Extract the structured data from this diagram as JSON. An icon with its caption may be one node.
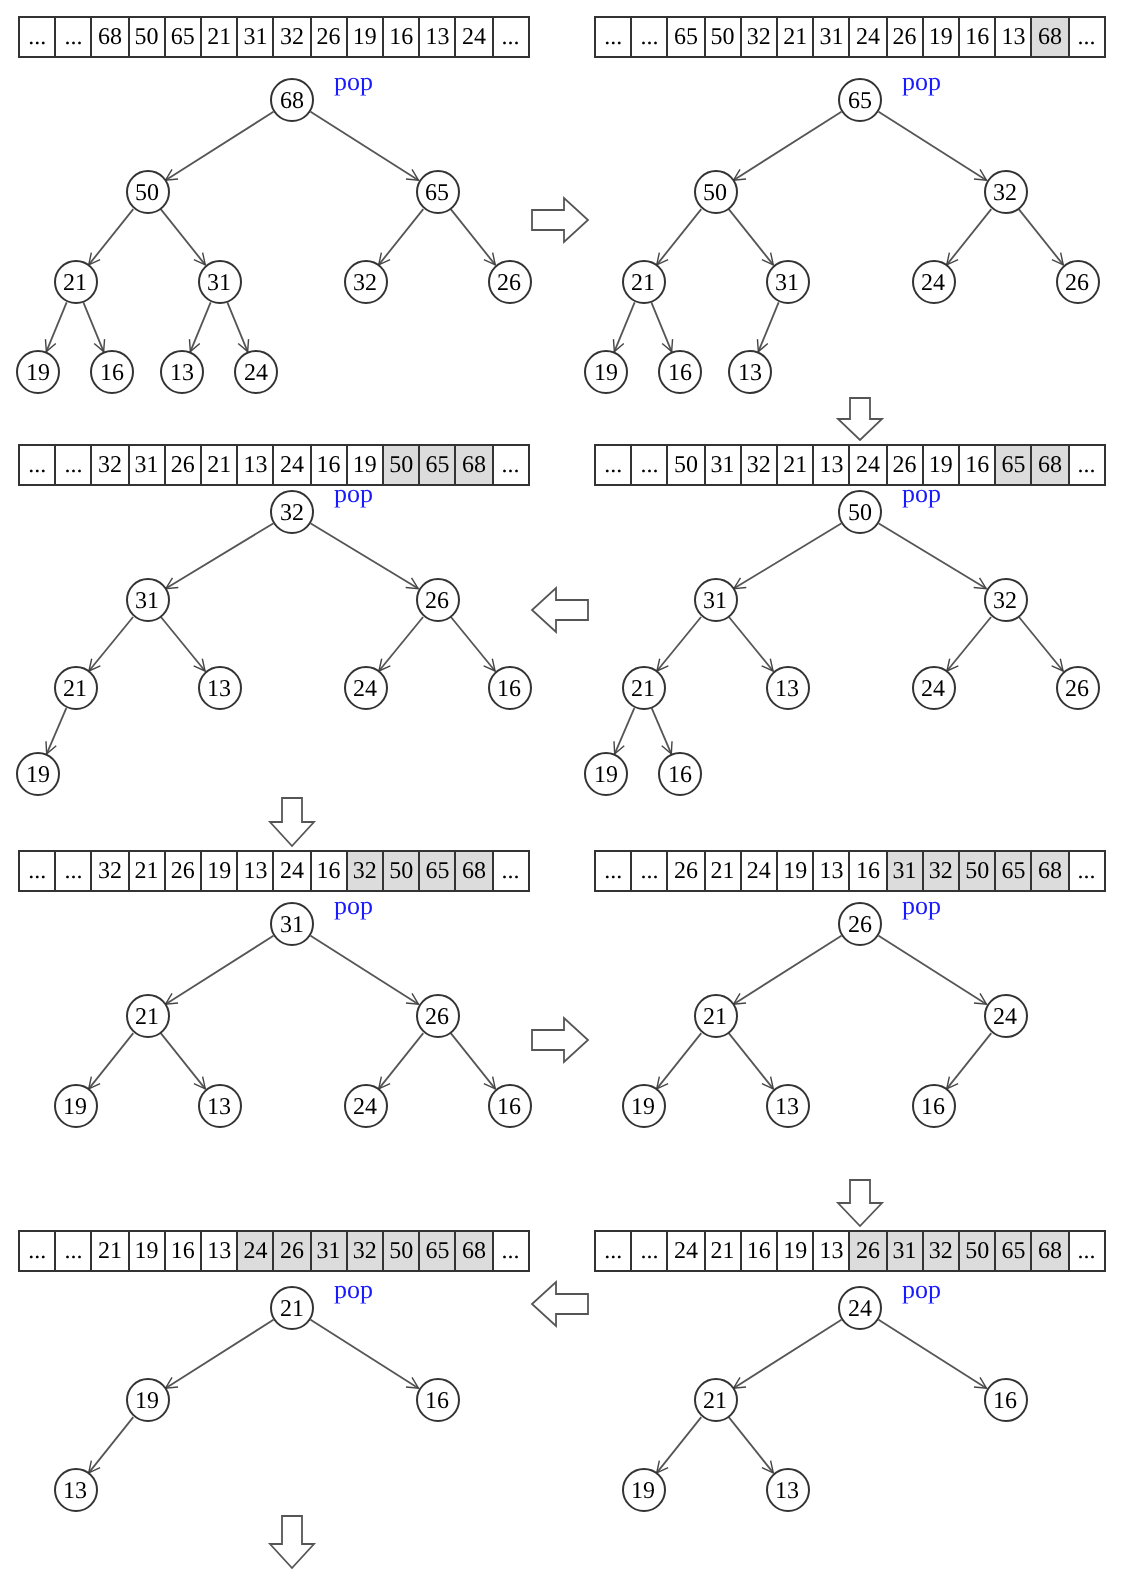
{
  "diagram": {
    "nodes": [
      {
        "text": [],
        "shape": "picture"
      },
      {
        "text": [
          "68"
        ],
        "beside": [
          "pop"
        ],
        "in": 0
      },
      {
        "text": [
          "50"
        ],
        "in": 0
      },
      {
        "text": [
          "65"
        ],
        "in": 0
      },
      {
        "text": [
          "21"
        ],
        "in": 0
      },
      {
        "text": [
          "31"
        ],
        "in": 0
      },
      {
        "text": [
          "32"
        ],
        "in": 0
      },
      {
        "text": [
          "26"
        ],
        "in": 0
      },
      {
        "text": [
          "19"
        ],
        "in": 0
      },
      {
        "text": [
          "16"
        ],
        "in": 0
      },
      {
        "text": [
          "13"
        ],
        "in": 0
      },
      {
        "text": [
          "24"
        ],
        "in": 0
      },
      {
        "text": [],
        "shape": "picture"
      },
      {
        "text": [
          "65"
        ],
        "beside": [
          "pop"
        ],
        "in": 12
      },
      {
        "text": [
          "50"
        ],
        "in": 12
      },
      {
        "text": [
          "32"
        ],
        "in": 12
      },
      {
        "text": [
          "21"
        ],
        "in": 12
      },
      {
        "text": [
          "31"
        ],
        "in": 12
      },
      {
        "text": [
          "24"
        ],
        "in": 12
      },
      {
        "text": [
          "26"
        ],
        "in": 12
      },
      {
        "text": [
          "19"
        ],
        "in": 12
      },
      {
        "text": [
          "16"
        ],
        "in": 12
      },
      {
        "text": [
          "13"
        ],
        "in": 12
      },
      {
        "text": [],
        "shape": "picture"
      },
      {
        "text": [
          "32"
        ],
        "beside": [
          "pop"
        ],
        "in": 23
      },
      {
        "text": [
          "31"
        ],
        "in": 23
      },
      {
        "text": [
          "26"
        ],
        "in": 23
      },
      {
        "text": [
          "21"
        ],
        "in": 23
      },
      {
        "text": [
          "13"
        ],
        "in": 23
      },
      {
        "text": [
          "24"
        ],
        "in": 23
      },
      {
        "text": [
          "16"
        ],
        "in": 23
      },
      {
        "text": [
          "19"
        ],
        "in": 23
      },
      {
        "text": [],
        "shape": "picture"
      },
      {
        "text": [
          "50"
        ],
        "beside": [
          "pop"
        ],
        "in": 32
      },
      {
        "text": [
          "31"
        ],
        "in": 32
      },
      {
        "text": [
          "32"
        ],
        "in": 32
      },
      {
        "text": [
          "21"
        ],
        "in": 32
      },
      {
        "text": [
          "13"
        ],
        "in": 32
      },
      {
        "text": [
          "24"
        ],
        "in": 32
      },
      {
        "text": [
          "26"
        ],
        "in": 32
      },
      {
        "text": [
          "19"
        ],
        "in": 32
      },
      {
        "text": [
          "16"
        ],
        "in": 32
      },
      {
        "text": [],
        "shape": "picture"
      },
      {
        "text": [
          "31"
        ],
        "beside": [
          "pop"
        ],
        "in": 42
      },
      {
        "text": [
          "21"
        ],
        "in": 42
      },
      {
        "text": [
          "26"
        ],
        "in": 42
      },
      {
        "text": [
          "19"
        ],
        "in": 42
      },
      {
        "text": [
          "13"
        ],
        "in": 42
      },
      {
        "text": [
          "24"
        ],
        "in": 42
      },
      {
        "text": [
          "16"
        ],
        "in": 42
      },
      {
        "text": [],
        "shape": "picture"
      },
      {
        "text": [
          "26"
        ],
        "beside": [
          "pop"
        ],
        "in": 50
      },
      {
        "text": [
          "21"
        ],
        "in": 50
      },
      {
        "text": [
          "24"
        ],
        "in": 50
      },
      {
        "text": [
          "19"
        ],
        "in": 50
      },
      {
        "text": [
          "13"
        ],
        "in": 50
      },
      {
        "text": [
          "16"
        ],
        "in": 50
      },
      {
        "text": [],
        "shape": "picture"
      },
      {
        "text": [
          "21"
        ],
        "beside": [
          "pop"
        ],
        "in": 57
      },
      {
        "text": [
          "19"
        ],
        "in": 57
      },
      {
        "text": [
          "16"
        ],
        "in": 57
      },
      {
        "text": [
          "13"
        ],
        "in": 57
      },
      {
        "text": [],
        "shape": "picture"
      },
      {
        "text": [
          "24"
        ],
        "beside": [
          "pop"
        ],
        "in": 62
      },
      {
        "text": [
          "21"
        ],
        "in": 62
      },
      {
        "text": [
          "16"
        ],
        "in": 62
      },
      {
        "text": [
          "19"
        ],
        "in": 62
      },
      {
        "text": [
          "13"
        ],
        "in": 62
      }
    ],
    "edges": [
      {
        "from": 1,
        "to": 2,
        "arrow": "to"
      },
      {
        "from": 1,
        "to": 3,
        "arrow": "to"
      },
      {
        "from": 2,
        "to": 4,
        "arrow": "to"
      },
      {
        "from": 2,
        "to": 5,
        "arrow": "to"
      },
      {
        "from": 3,
        "to": 6,
        "arrow": "to"
      },
      {
        "from": 3,
        "to": 7,
        "arrow": "to"
      },
      {
        "from": 4,
        "to": 8,
        "arrow": "to"
      },
      {
        "from": 4,
        "to": 9,
        "arrow": "to"
      },
      {
        "from": 5,
        "to": 10,
        "arrow": "to"
      },
      {
        "from": 5,
        "to": 11,
        "arrow": "to"
      },
      {
        "from": 13,
        "to": 14,
        "arrow": "to"
      },
      {
        "from": 13,
        "to": 15,
        "arrow": "to"
      },
      {
        "from": 14,
        "to": 16,
        "arrow": "to"
      },
      {
        "from": 14,
        "to": 17,
        "arrow": "to"
      },
      {
        "from": 15,
        "to": 18,
        "arrow": "to"
      },
      {
        "from": 15,
        "to": 19,
        "arrow": "to"
      },
      {
        "from": 16,
        "to": 20,
        "arrow": "to"
      },
      {
        "from": 16,
        "to": 21,
        "arrow": "to"
      },
      {
        "from": 17,
        "to": 22,
        "arrow": "to"
      },
      {
        "from": 24,
        "to": 25,
        "arrow": "to"
      },
      {
        "from": 24,
        "to": 26,
        "arrow": "to"
      },
      {
        "from": 25,
        "to": 27,
        "arrow": "to"
      },
      {
        "from": 25,
        "to": 28,
        "arrow": "to"
      },
      {
        "from": 26,
        "to": 29,
        "arrow": "to"
      },
      {
        "from": 26,
        "to": 30,
        "arrow": "to"
      },
      {
        "from": 27,
        "to": 31,
        "arrow": "to"
      },
      {
        "from": 33,
        "to": 34,
        "arrow": "to"
      },
      {
        "from": 33,
        "to": 35,
        "arrow": "to"
      },
      {
        "from": 34,
        "to": 36,
        "arrow": "to"
      },
      {
        "from": 34,
        "to": 37,
        "arrow": "to"
      },
      {
        "from": 35,
        "to": 38,
        "arrow": "to"
      },
      {
        "from": 35,
        "to": 39,
        "arrow": "to"
      },
      {
        "from": 36,
        "to": 40,
        "arrow": "to"
      },
      {
        "from": 36,
        "to": 41,
        "arrow": "to"
      },
      {
        "from": 43,
        "to": 44,
        "arrow": "to"
      },
      {
        "from": 43,
        "to": 45,
        "arrow": "to"
      },
      {
        "from": 44,
        "to": 46,
        "arrow": "to"
      },
      {
        "from": 44,
        "to": 47,
        "arrow": "to"
      },
      {
        "from": 45,
        "to": 48,
        "arrow": "to"
      },
      {
        "from": 45,
        "to": 49,
        "arrow": "to"
      },
      {
        "from": 51,
        "to": 52,
        "arrow": "to"
      },
      {
        "from": 51,
        "to": 53,
        "arrow": "to"
      },
      {
        "from": 52,
        "to": 54,
        "arrow": "to"
      },
      {
        "from": 52,
        "to": 55,
        "arrow": "to"
      },
      {
        "from": 53,
        "to": 56,
        "arrow": "to"
      },
      {
        "from": 58,
        "to": 59,
        "arrow": "to"
      },
      {
        "from": 58,
        "to": 60,
        "arrow": "to"
      },
      {
        "from": 59,
        "to": 61,
        "arrow": "to"
      },
      {
        "from": 63,
        "to": 64,
        "arrow": "to"
      },
      {
        "from": 63,
        "to": 65,
        "arrow": "to"
      },
      {
        "from": 64,
        "to": 66,
        "arrow": "to"
      },
      {
        "from": 64,
        "to": 67,
        "arrow": "to"
      },
      {
        "from": 0,
        "to": 12,
        "arrow": "to"
      },
      {
        "from": 12,
        "to": 32,
        "arrow": "to"
      },
      {
        "from": 32,
        "to": 23,
        "arrow": "to"
      },
      {
        "from": 23,
        "to": 42,
        "arrow": "to"
      },
      {
        "from": 42,
        "to": 50,
        "arrow": "to"
      },
      {
        "from": 50,
        "to": 62,
        "arrow": "to"
      },
      {
        "from": 62,
        "to": 57,
        "arrow": "to"
      },
      {
        "from": 57,
        "to": null,
        "arrow": "to"
      }
    ],
    "labels": [
      "...",
      "...",
      "68",
      "50",
      "65",
      "21",
      "31",
      "32",
      "26",
      "19",
      "16",
      "13",
      "24",
      "...",
      "...",
      "...",
      "65",
      "50",
      "32",
      "21",
      "31",
      "24",
      "26",
      "19",
      "16",
      "13",
      "68",
      "...",
      "...",
      "...",
      "32",
      "31",
      "26",
      "21",
      "13",
      "24",
      "16",
      "19",
      "50",
      "65",
      "68",
      "...",
      "...",
      "...",
      "50",
      "31",
      "32",
      "21",
      "13",
      "24",
      "26",
      "19",
      "16",
      "65",
      "68",
      "...",
      "...",
      "...",
      "32",
      "21",
      "26",
      "19",
      "13",
      "24",
      "16",
      "32",
      "50",
      "65",
      "68",
      "...",
      "...",
      "...",
      "26",
      "21",
      "24",
      "19",
      "13",
      "16",
      "31",
      "32",
      "50",
      "65",
      "68",
      "...",
      "...",
      "...",
      "21",
      "19",
      "16",
      "13",
      "24",
      "26",
      "31",
      "32",
      "50",
      "65",
      "68",
      "...",
      "...",
      "...",
      "24",
      "21",
      "16",
      "19",
      "13",
      "26",
      "31",
      "32",
      "50",
      "65",
      "68",
      "..."
    ]
  }
}
